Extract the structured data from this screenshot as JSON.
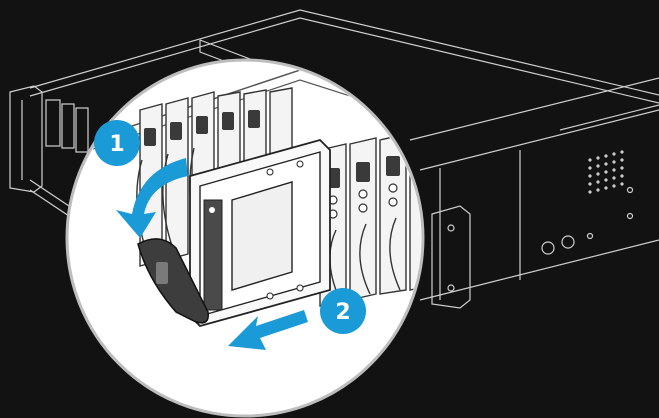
{
  "steps": [
    {
      "number": "1"
    },
    {
      "number": "2"
    }
  ],
  "colors": {
    "background": "#121212",
    "line_art": "#d9d9d9",
    "callout_fill": "#ffffff",
    "accent": "#1a9ad6",
    "accent_dark": "#1582b8",
    "drive_tray_dark": "#3a3a3a"
  },
  "icons": {
    "step_badge": "circle-number-badge",
    "rotate_arrow": "curved-arrow-icon",
    "pull_arrow": "straight-arrow-icon"
  }
}
